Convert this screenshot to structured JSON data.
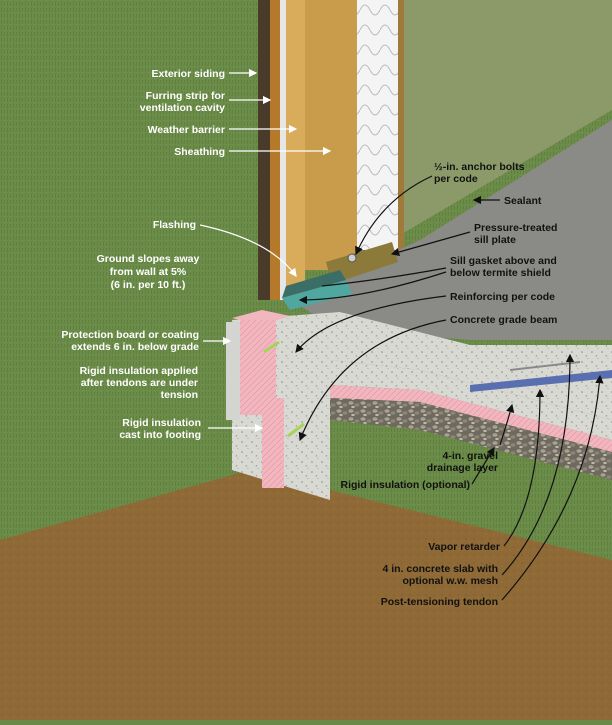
{
  "colors": {
    "grass": "#6d8d4a",
    "soil": "#8f6a37",
    "concrete": "#d7d7d2",
    "slab_top": "#8a8a86",
    "wall_paint": "#8c9a6a",
    "sheathing": "#c99c4c",
    "insulation_pink": "#f2b6bf",
    "flashing": "#4fa7a0",
    "sill_plate": "#8c7a3a",
    "vapor_blue": "#5a6fb0"
  },
  "labels": {
    "exterior_siding": "Exterior siding",
    "furring_strip_1": "Furring strip for",
    "furring_strip_2": "ventilation cavity",
    "weather_barrier": "Weather barrier",
    "sheathing": "Sheathing",
    "flashing": "Flashing",
    "anchor_bolts_1": "½-in. anchor bolts",
    "anchor_bolts_2": "per code",
    "sealant": "Sealant",
    "sill_plate_1": "Pressure-treated",
    "sill_plate_2": "sill plate",
    "ground_slopes_1": "Ground slopes away",
    "ground_slopes_2": "from wall at 5%",
    "ground_slopes_3": "(6 in. per 10 ft.)",
    "sill_gasket_1": "Sill gasket above and",
    "sill_gasket_2": "below termite shield",
    "reinforcing": "Reinforcing per code",
    "protection_board_1": "Protection board or coating",
    "protection_board_2": "extends 6 in. below grade",
    "concrete_grade_beam": "Concrete grade beam",
    "rigid_applied_1": "Rigid insulation applied",
    "rigid_applied_2": "after tendons are under",
    "rigid_applied_3": "tension",
    "rigid_cast_1": "Rigid insulation",
    "rigid_cast_2": "cast into footing",
    "gravel_1": "4-in. gravel",
    "gravel_2": "drainage layer",
    "rigid_optional": "Rigid insulation (optional)",
    "vapor_retarder": "Vapor retarder",
    "slab_1": "4 in. concrete slab with",
    "slab_2": "optional w.w. mesh",
    "tendon": "Post-tensioning tendon"
  }
}
